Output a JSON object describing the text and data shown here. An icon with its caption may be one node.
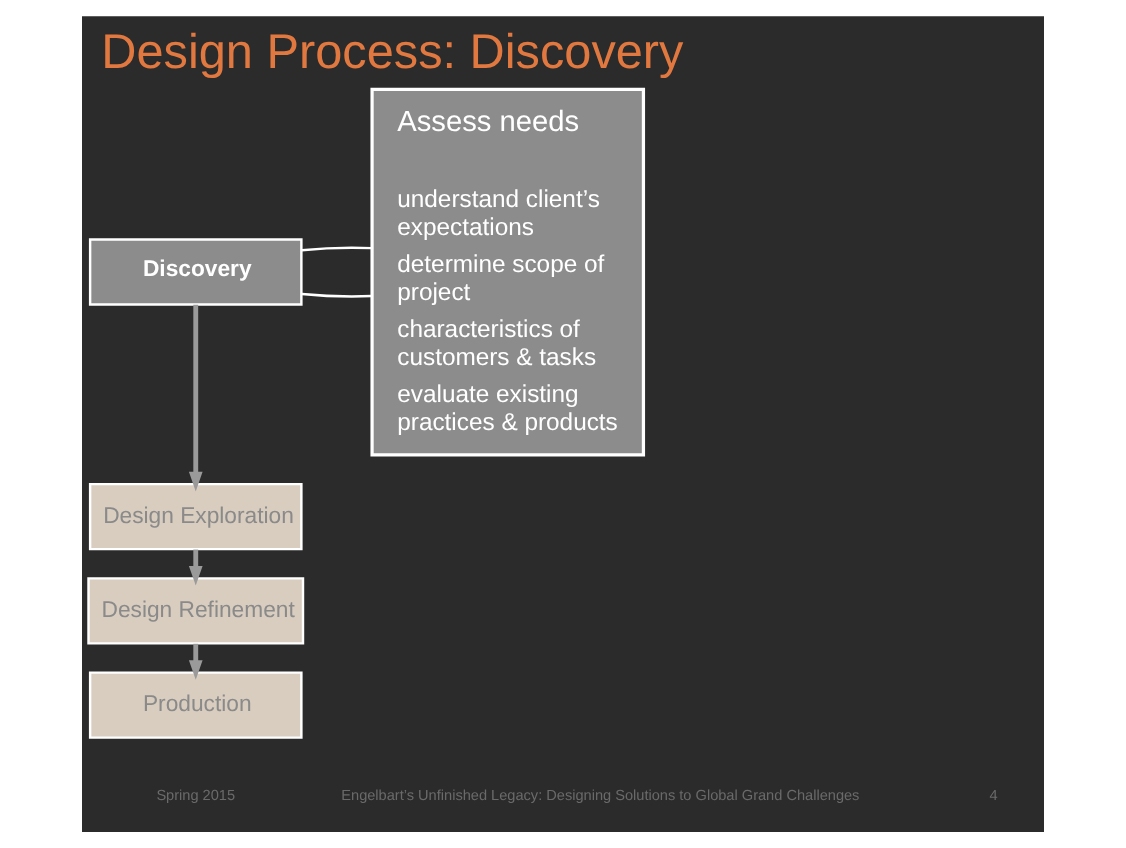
{
  "diagram": {
    "title": "Design Process: Discovery",
    "nodes": [
      {
        "text": [
          "Discovery"
        ]
      },
      {
        "text": [
          "Design Exploration"
        ]
      },
      {
        "text": [
          "Design Refinement"
        ]
      },
      {
        "text": [
          "Production"
        ]
      },
      {
        "text": [
          "Assess needs",
          "understand client’s expectations",
          "determine scope of project",
          "characteristics of customers & tasks",
          "evaluate existing practices & products"
        ]
      }
    ],
    "edges": [
      {
        "from": 0,
        "to": 1,
        "arrow": "to"
      },
      {
        "from": 1,
        "to": 2,
        "arrow": "to"
      },
      {
        "from": 2,
        "to": 3,
        "arrow": "to"
      },
      {
        "from": 0,
        "to": 4,
        "arrow": "none",
        "color": "#ffffff"
      },
      {
        "from": 0,
        "to": 4,
        "arrow": "none",
        "color": "#ffffff"
      }
    ],
    "labels": [
      "Spring 2015",
      "Engelbart’s Unfinished Legacy: Designing Solutions to Global Grand Challenges",
      "4"
    ]
  }
}
